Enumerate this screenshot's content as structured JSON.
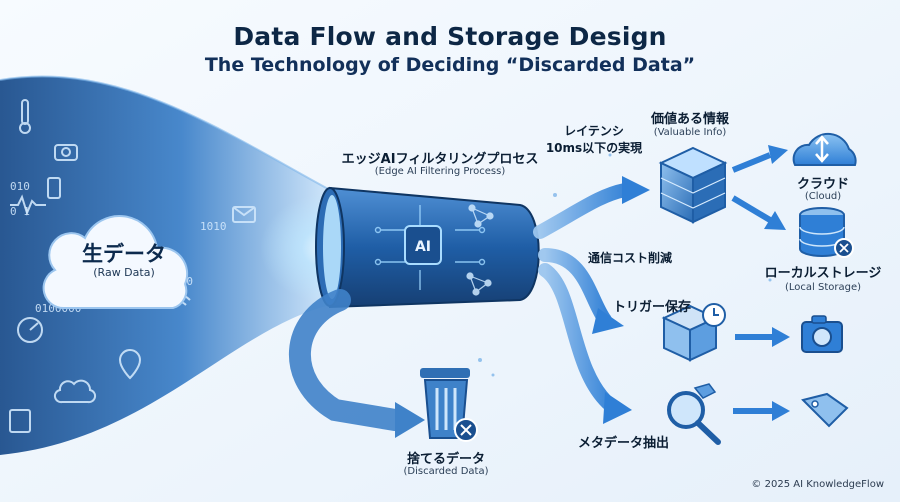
{
  "header": {
    "title": "Data Flow and Storage Design",
    "subtitle": "The Technology of Deciding “Discarded Data”"
  },
  "source": {
    "label": "生データ",
    "sublabel": "(Raw Data)",
    "binary_strings": [
      "01000011",
      "01010100",
      "010",
      "0 1",
      "0100000",
      "1010"
    ]
  },
  "filter": {
    "label": "エッジAIフィルタリングプロセス",
    "sublabel": "(Edge AI Filtering Process)",
    "chip": "AI"
  },
  "annotations": {
    "latency_line1": "レイテンシ",
    "latency_line2": "10ms以下の実現",
    "cost": "通信コスト削減"
  },
  "outputs": {
    "valuable": {
      "label": "価値ある情報",
      "sublabel": "(Valuable Info)"
    },
    "cloud": {
      "label": "クラウド",
      "sublabel": "(Cloud)"
    },
    "local": {
      "label": "ローカルストレージ",
      "sublabel": "(Local Storage)"
    },
    "trigger": {
      "label": "トリガー保存"
    },
    "metadata": {
      "label": "メタデータ抽出"
    },
    "discard": {
      "label": "捨てるデータ",
      "sublabel": "(Discarded Data)"
    }
  },
  "colors": {
    "primary_blue": "#2f7fd6",
    "dark_blue": "#15457d",
    "light_blue": "#cfe3f7",
    "accent_cyan": "#8ed8ff"
  },
  "footer": {
    "copyright": "© 2025 AI KnowledgeFlow"
  }
}
